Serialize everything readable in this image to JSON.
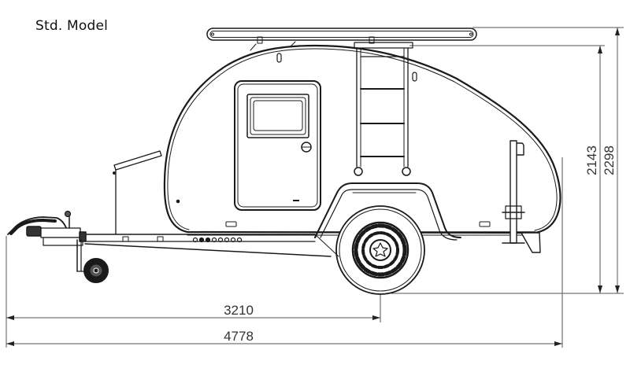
{
  "title": "Std. Model",
  "dimensions": {
    "wheel_center_length": "3210",
    "overall_length": "4778",
    "body_height": "2143",
    "overall_height": "2298",
    "units": "mm"
  },
  "components": [
    "roof-rack",
    "ladder",
    "door",
    "door-window",
    "door-handle",
    "fender",
    "wheel",
    "tow-hitch",
    "jockey-wheel",
    "drawbar",
    "gas-bottle-box",
    "corner-steady"
  ],
  "colors": {
    "line": "#1a1a1a",
    "dim_line": "#555555",
    "background": "#ffffff"
  }
}
